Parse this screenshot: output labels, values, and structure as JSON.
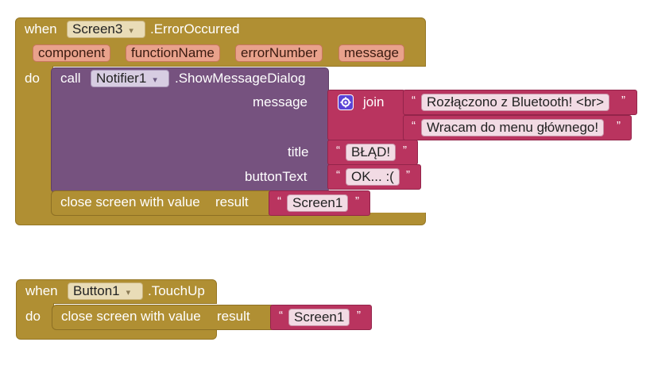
{
  "blocks": {
    "error_event": {
      "when_label": "when",
      "component": "Screen3",
      "event_name": ".ErrorOccurred",
      "params": [
        "component",
        "functionName",
        "errorNumber",
        "message"
      ],
      "do_label": "do",
      "call_block": {
        "call_label": "call",
        "component": "Notifier1",
        "method": ".ShowMessageDialog",
        "message_label": "message",
        "join_label": "join",
        "join_items": [
          "Rozłączono z Bluetooth! <br>",
          "Wracam do menu głównego!"
        ],
        "title_label": "title",
        "title_value": "BŁĄD!",
        "button_label": "buttonText",
        "button_value": "OK... :("
      },
      "close_block": {
        "label": "close screen with value",
        "result_label": "result",
        "value": "Screen1"
      }
    },
    "touch_event": {
      "when_label": "when",
      "component": "Button1",
      "event_name": ".TouchUp",
      "do_label": "do",
      "close_block": {
        "label": "close screen with value",
        "result_label": "result",
        "value": "Screen1"
      }
    }
  },
  "glyphs": {
    "open_quote": "“",
    "close_quote": "”",
    "dropdown_arrow": "▾"
  },
  "colors": {
    "event_block": "#b08f33",
    "call_block": "#76527f",
    "text_block": "#b9345f",
    "param_chip": "#e9a28c",
    "join_icon": "#5a43d6"
  }
}
